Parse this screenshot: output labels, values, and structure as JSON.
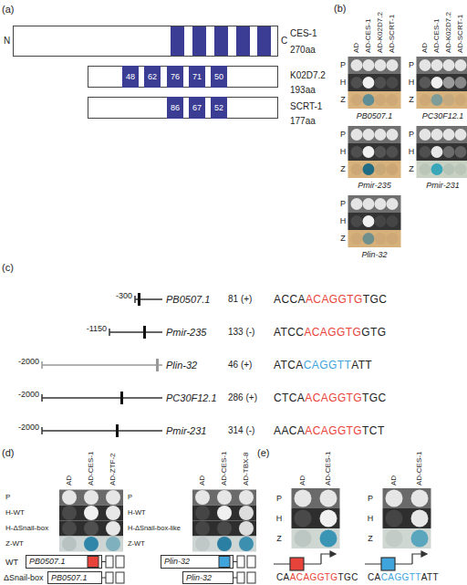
{
  "diagram": {
    "nodes": [
      {
        "text": [
          "CES-1",
          "270aa"
        ]
      },
      {
        "text": [
          "K02D7.2",
          "193aa"
        ]
      },
      {
        "text": [
          "48"
        ],
        "in": 1
      },
      {
        "text": [
          "62"
        ],
        "in": 1
      },
      {
        "text": [
          "76"
        ],
        "in": 1
      },
      {
        "text": [
          "71"
        ],
        "in": 1
      },
      {
        "text": [
          "50"
        ],
        "in": 1
      },
      {
        "text": [
          "SCRT-1",
          "177aa"
        ]
      },
      {
        "text": [
          "86"
        ],
        "in": 7
      },
      {
        "text": [
          "67"
        ],
        "in": 7
      },
      {
        "text": [
          "52"
        ],
        "in": 7
      },
      {
        "text": [
          "PB0507.1"
        ]
      },
      {
        "text": [
          "PB0507.1"
        ]
      },
      {
        "text": [
          "Plin-32"
        ]
      },
      {
        "text": [
          "Plin-32"
        ]
      }
    ],
    "labels": [
      "(a)",
      "N",
      "C",
      "(b)",
      "AD",
      "AD-CES-1",
      "AD-K02D7.2",
      "AD-SCRT-1",
      "P",
      "H",
      "Z",
      "PB0507.1",
      "P",
      "H",
      "Z",
      "Pmir-235",
      "P",
      "H",
      "Z",
      "Plin-32",
      "AD",
      "AD-CES-1",
      "AD-K02D7.2",
      "AD-SCRT-1",
      "P",
      "H",
      "Z",
      "PC30F12.1",
      "P",
      "H",
      "Z",
      "Pmir-231",
      "(c)",
      "-300",
      "PB0507.1",
      "81 (+)",
      "ACCA",
      "ACAGGTG",
      "TGC",
      "-1150",
      "Pmir-235",
      "133 (-)",
      "ATCC",
      "ACAGGTG",
      "GTG",
      "-2000",
      "Plin-32",
      "46 (+)",
      "ATCA",
      "CAGGTT",
      "ATT",
      "-2000",
      "PC30F12.1",
      "286 (+)",
      "CTCA",
      "ACAGGTG",
      "TGC",
      "-2000",
      "Pmir-231",
      "314 (-)",
      "AACA",
      "ACAGGTG",
      "TCT",
      "(d)",
      "AD",
      "AD-CES-1",
      "AD-ZTF-2",
      "P",
      "H-WT",
      "H-ΔSnail-box",
      "Z-WT",
      "WT",
      "ΔSnail-box",
      "AD",
      "AD-CES-1",
      "AD-TBX-8",
      "P",
      "H-WT",
      "H-ΔSnail-box-like",
      "Z-WT",
      "(e)",
      "AD",
      "AD-CES-1",
      "P",
      "H",
      "Z",
      "CA",
      "ACAGGTG",
      "TGC",
      "AD",
      "AD-CES-1",
      "P",
      "H",
      "Z",
      "CA",
      "CAGGTT",
      "ATT"
    ]
  }
}
